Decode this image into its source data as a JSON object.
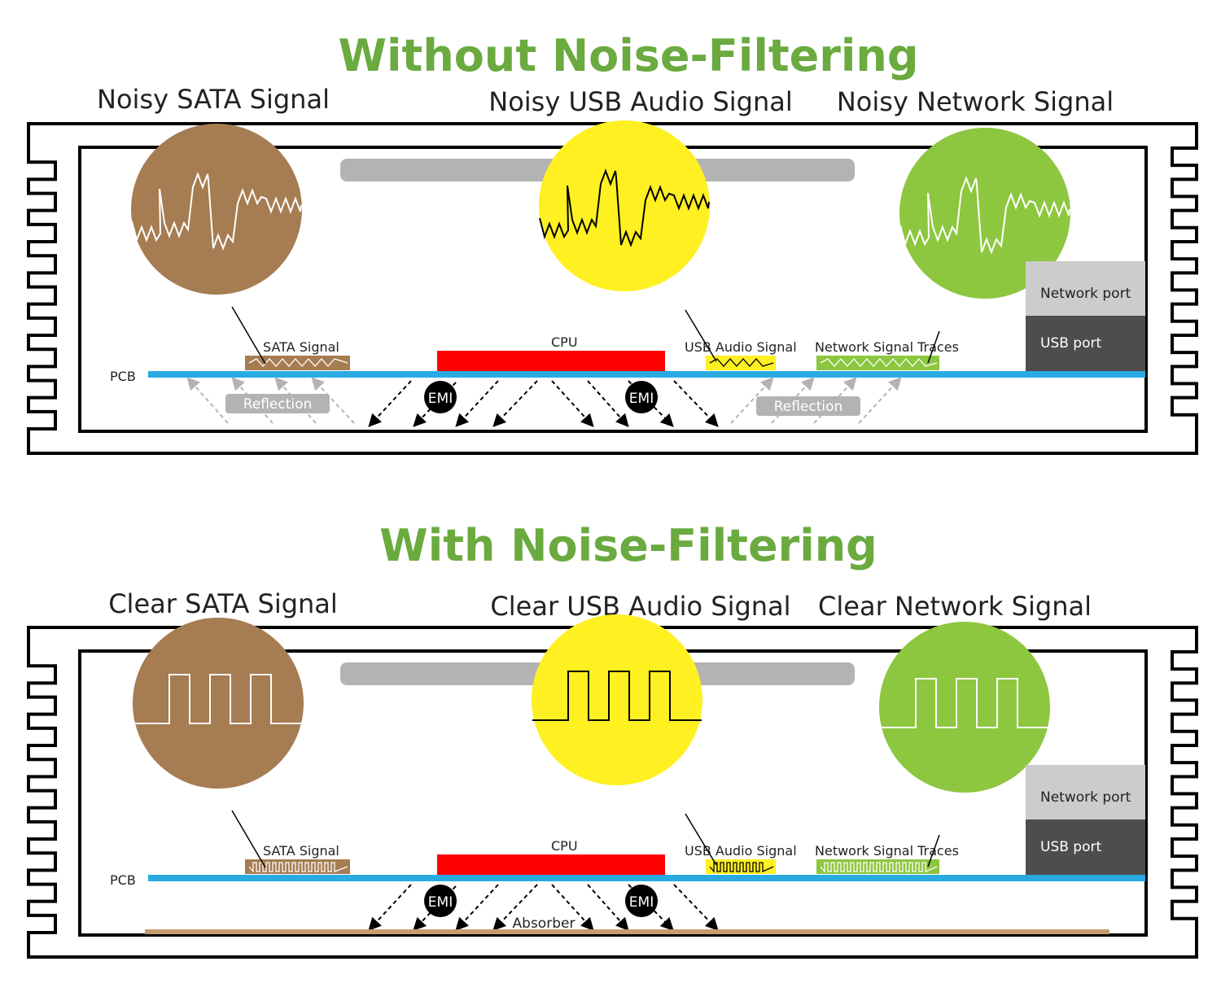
{
  "colors": {
    "title": "#6aaa3f",
    "sata": "#a67c52",
    "usb": "#fff022",
    "network": "#8dc63f",
    "pcb": "#29abe2",
    "cpu": "#ff0000",
    "network_port": "#cccccc",
    "usb_port": "#4d4d4d",
    "reflection": "#b3b3b3",
    "absorber": "#c69c6d"
  },
  "panels": [
    {
      "title": "Without Noise-Filtering",
      "filtered": false,
      "circle_labels": [
        "Noisy SATA Signal",
        "Noisy USB Audio Signal",
        "Noisy Network Signal"
      ],
      "sata_label": "SATA Signal",
      "cpu_label": "CPU",
      "usb_label": "USB Audio Signal",
      "network_label": "Network Signal Traces",
      "pcb_label": "PCB",
      "network_port": "Network port",
      "usb_port": "USB port",
      "emi": "EMI",
      "reflection": "Reflection"
    },
    {
      "title": "With Noise-Filtering",
      "filtered": true,
      "circle_labels": [
        "Clear SATA Signal",
        "Clear USB Audio Signal",
        "Clear Network Signal"
      ],
      "sata_label": "SATA Signal",
      "cpu_label": "CPU",
      "usb_label": "USB Audio Signal",
      "network_label": "Network Signal Traces",
      "pcb_label": "PCB",
      "network_port": "Network port",
      "usb_port": "USB port",
      "emi": "EMI",
      "absorber": "Absorber"
    }
  ]
}
